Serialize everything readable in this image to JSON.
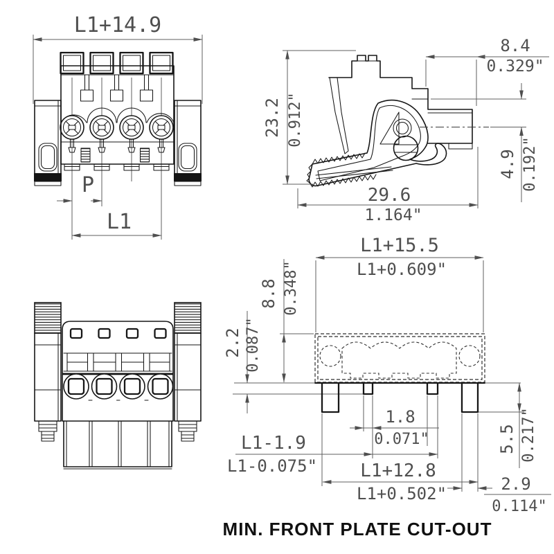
{
  "caption": "MIN. FRONT PLATE CUT-OUT",
  "front_view": {
    "width_mm": "L1+14.9",
    "pitch_label": "P",
    "span_label": "L1"
  },
  "side_view": {
    "offset_mm": "8.4",
    "offset_in": "0.329\"",
    "height_mm": "23.2",
    "height_in": "0.912\"",
    "axis_mm": "4.9",
    "axis_in": "0.192\"",
    "depth_mm": "29.6",
    "depth_in": "1.164\""
  },
  "cutout_view": {
    "width_mm": "L1+15.5",
    "width_in": "L1+0.609\"",
    "opening_h_mm": "8.8",
    "opening_h_in": "0.348\"",
    "step_mm": "2.2",
    "step_in": "0.087\"",
    "notch_mm": "1.8",
    "notch_in": "0.071\"",
    "inner_span_mm": "L1-1.9",
    "inner_span_in": "L1-0.075\"",
    "outer_span_mm": "L1+12.8",
    "outer_span_in": "L1+0.502\"",
    "leg_h_mm": "5.5",
    "leg_h_in": "0.217\"",
    "leg_w_mm": "2.9",
    "leg_w_in": "0.114\""
  }
}
